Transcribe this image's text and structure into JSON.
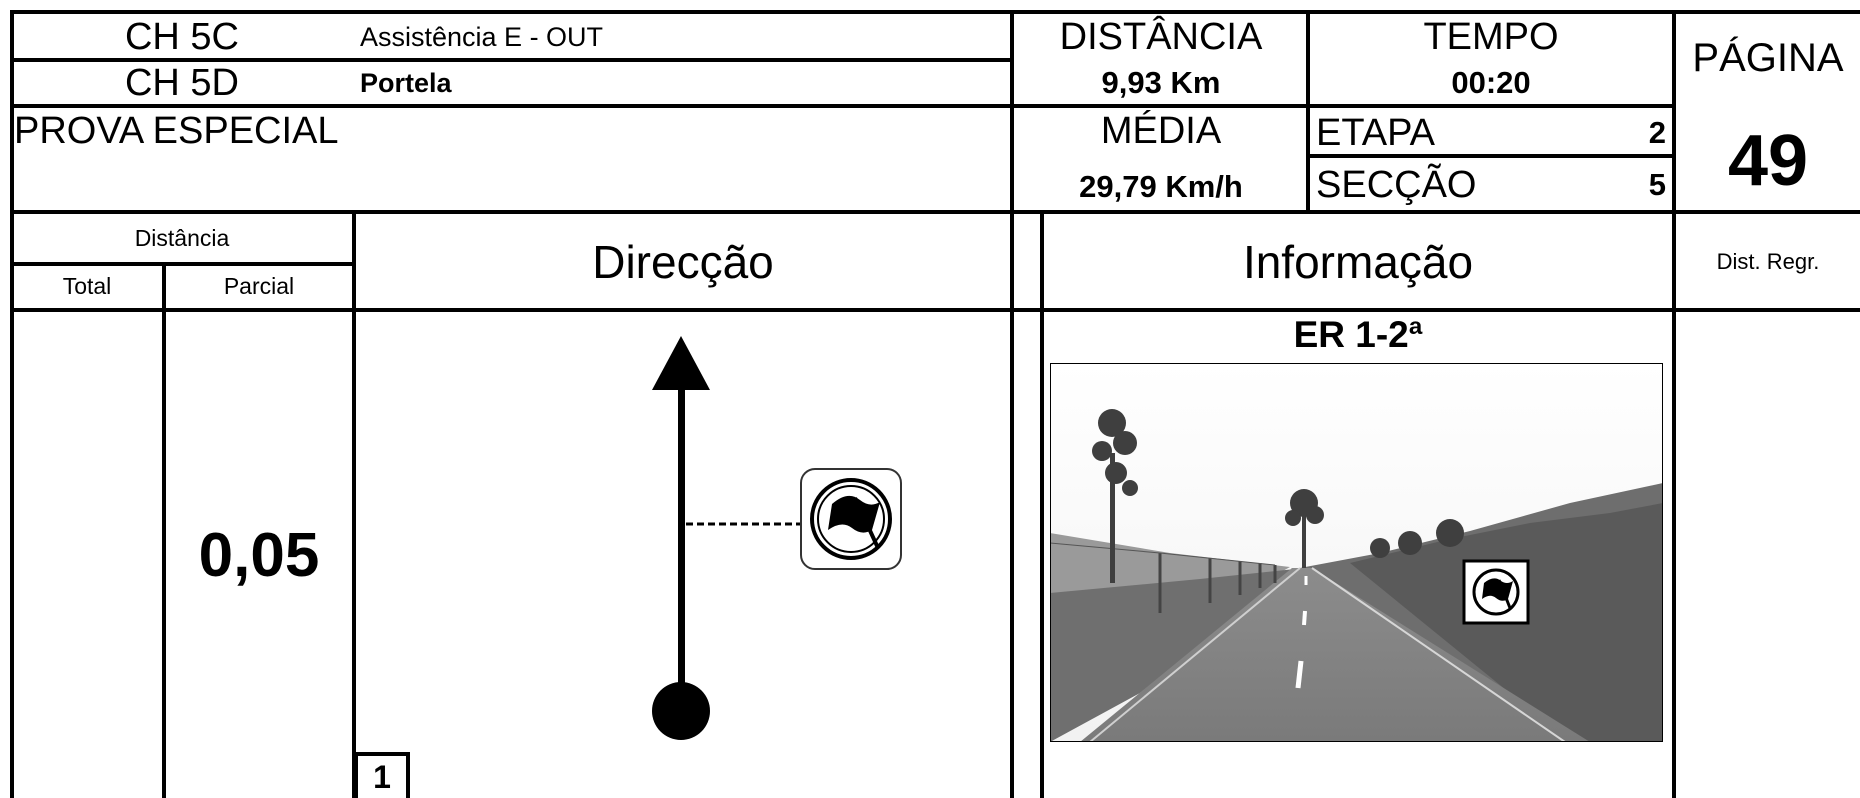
{
  "header": {
    "control_1": {
      "code": "CH 5C",
      "name": "Assistência E - OUT"
    },
    "control_2": {
      "code": "CH 5D",
      "name": "Portela"
    },
    "section_type": "PROVA ESPECIAL",
    "distance": {
      "label": "DISTÂNCIA",
      "value": "9,93 Km"
    },
    "time": {
      "label": "TEMPO",
      "value": "00:20"
    },
    "average": {
      "label": "MÉDIA",
      "value": "29,79 Km/h"
    },
    "stage": {
      "label": "ETAPA",
      "value": "2"
    },
    "section": {
      "label": "SECÇÃO",
      "value": "5"
    },
    "page": {
      "label": "PÁGINA",
      "value": "49"
    }
  },
  "columns": {
    "distance": "Distância",
    "total": "Total",
    "partial": "Parcial",
    "direction": "Direcção",
    "information": "Informação",
    "dist_regr": "Dist. Regr."
  },
  "row": {
    "index": "1",
    "total": "",
    "partial": "0,05",
    "info_title": "ER 1-2ª",
    "dist_regr": "",
    "icons": [
      "arrow-up-icon",
      "start-dot-icon",
      "flag-sign-icon"
    ]
  }
}
